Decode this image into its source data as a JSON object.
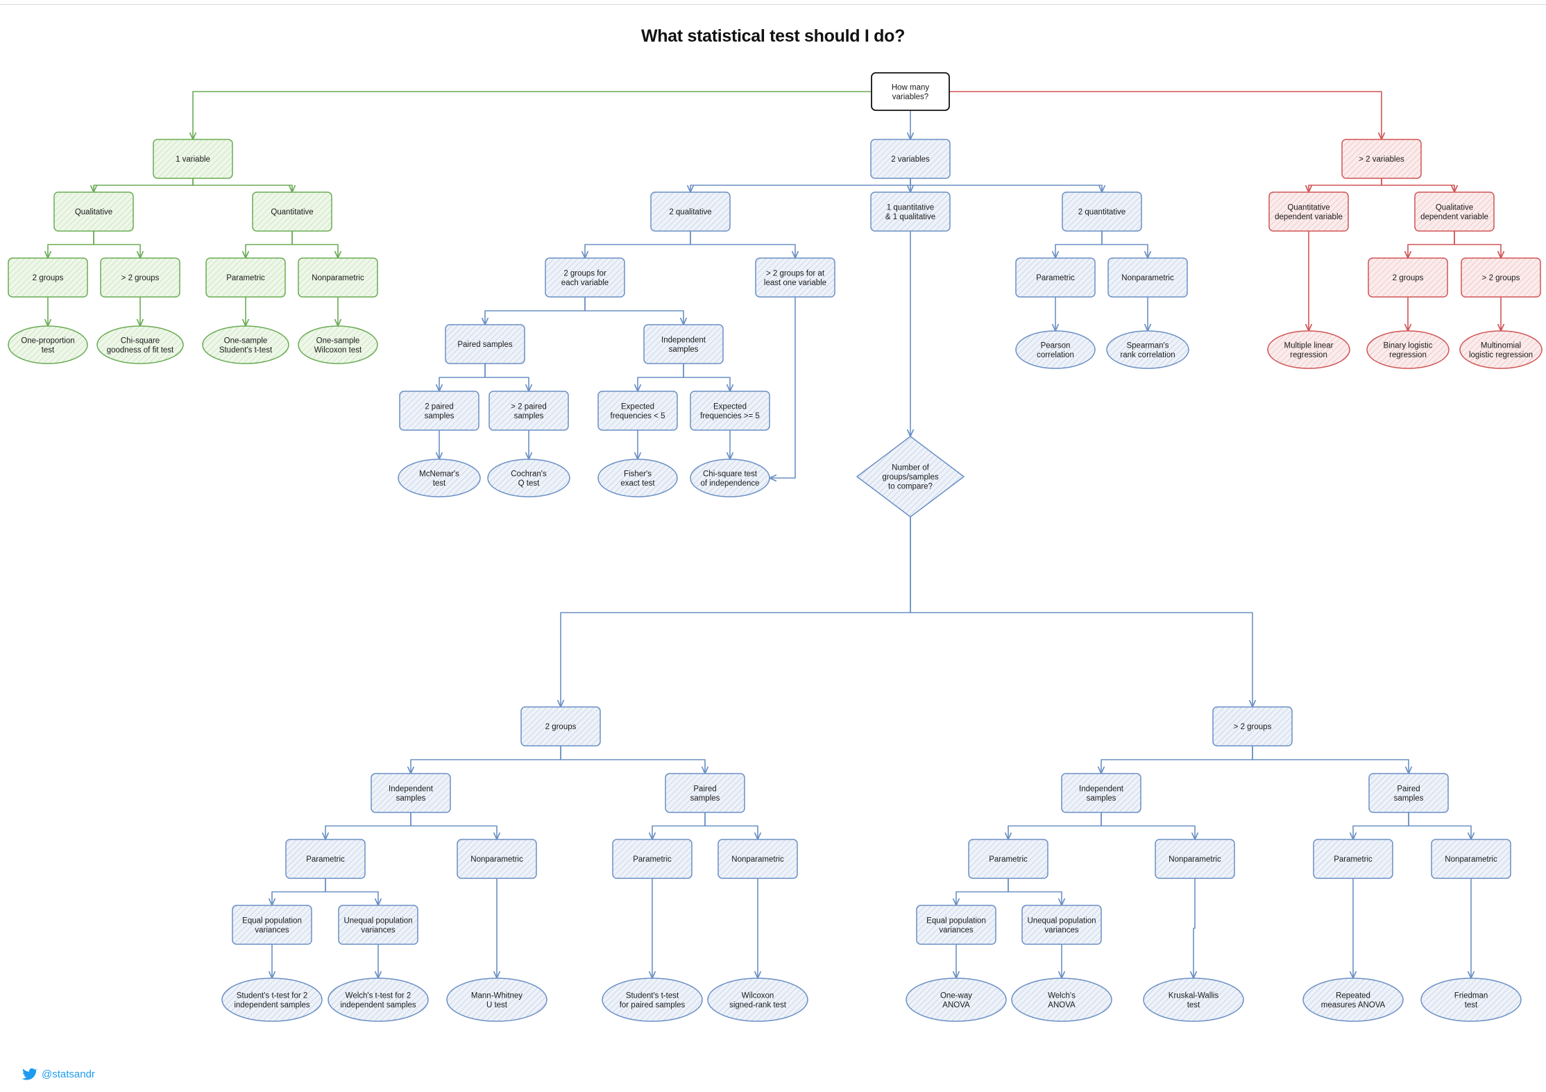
{
  "title": "What statistical test should I do?",
  "handle": "@statsandr",
  "palette": {
    "green": "#6aab54",
    "blue": "#6a8fc4",
    "red": "#d05454",
    "black": "#111111"
  },
  "nodes": [
    {
      "id": "root",
      "label": [
        "How many",
        "variables?"
      ],
      "shape": "rect",
      "color": "black"
    },
    {
      "id": "v1",
      "label": [
        "1 variable"
      ],
      "shape": "rect",
      "color": "green"
    },
    {
      "id": "v1_qual",
      "label": [
        "Qualitative"
      ],
      "shape": "rect",
      "color": "green"
    },
    {
      "id": "v1_quant",
      "label": [
        "Quantitative"
      ],
      "shape": "rect",
      "color": "green"
    },
    {
      "id": "v1_2g",
      "label": [
        "2 groups"
      ],
      "shape": "rect",
      "color": "green"
    },
    {
      "id": "v1_gt2g",
      "label": [
        "> 2 groups"
      ],
      "shape": "rect",
      "color": "green"
    },
    {
      "id": "v1_par",
      "label": [
        "Parametric"
      ],
      "shape": "rect",
      "color": "green"
    },
    {
      "id": "v1_nonpar",
      "label": [
        "Nonparametric"
      ],
      "shape": "rect",
      "color": "green"
    },
    {
      "id": "t_oneprop",
      "label": [
        "One-proportion",
        "test"
      ],
      "shape": "ellipse",
      "color": "green"
    },
    {
      "id": "t_chigof",
      "label": [
        "Chi-square",
        "goodness of fit test"
      ],
      "shape": "ellipse",
      "color": "green"
    },
    {
      "id": "t_onet",
      "label": [
        "One-sample",
        "Student's t-test"
      ],
      "shape": "ellipse",
      "color": "green"
    },
    {
      "id": "t_onewil",
      "label": [
        "One-sample",
        "Wilcoxon test"
      ],
      "shape": "ellipse",
      "color": "green"
    },
    {
      "id": "v2",
      "label": [
        "2 variables"
      ],
      "shape": "rect",
      "color": "blue"
    },
    {
      "id": "v2_qual",
      "label": [
        "2 qualitative"
      ],
      "shape": "rect",
      "color": "blue"
    },
    {
      "id": "v2_mixed",
      "label": [
        "1 quantitative",
        "& 1 qualitative"
      ],
      "shape": "rect",
      "color": "blue"
    },
    {
      "id": "v2_quant",
      "label": [
        "2 quantitative"
      ],
      "shape": "rect",
      "color": "blue"
    },
    {
      "id": "q_2g",
      "label": [
        "2 groups for",
        "each variable"
      ],
      "shape": "rect",
      "color": "blue"
    },
    {
      "id": "q_gt2g",
      "label": [
        "> 2 groups for at",
        "least one variable"
      ],
      "shape": "rect",
      "color": "blue"
    },
    {
      "id": "q_paired",
      "label": [
        "Paired samples"
      ],
      "shape": "rect",
      "color": "blue"
    },
    {
      "id": "q_indep",
      "label": [
        "Independent",
        "samples"
      ],
      "shape": "rect",
      "color": "blue"
    },
    {
      "id": "q_2paired",
      "label": [
        "2 paired",
        "samples"
      ],
      "shape": "rect",
      "color": "blue"
    },
    {
      "id": "q_gt2paired",
      "label": [
        "> 2 paired",
        "samples"
      ],
      "shape": "rect",
      "color": "blue"
    },
    {
      "id": "q_explt5",
      "label": [
        "Expected",
        "frequencies < 5"
      ],
      "shape": "rect",
      "color": "blue"
    },
    {
      "id": "q_expge5",
      "label": [
        "Expected",
        "frequencies >= 5"
      ],
      "shape": "rect",
      "color": "blue"
    },
    {
      "id": "t_mcnemar",
      "label": [
        "McNemar's",
        "test"
      ],
      "shape": "ellipse",
      "color": "blue"
    },
    {
      "id": "t_cochran",
      "label": [
        "Cochran's",
        "Q test"
      ],
      "shape": "ellipse",
      "color": "blue"
    },
    {
      "id": "t_fisher",
      "label": [
        "Fisher's",
        "exact test"
      ],
      "shape": "ellipse",
      "color": "blue"
    },
    {
      "id": "t_chiind",
      "label": [
        "Chi-square test",
        "of independence"
      ],
      "shape": "ellipse",
      "color": "blue"
    },
    {
      "id": "n_par",
      "label": [
        "Parametric"
      ],
      "shape": "rect",
      "color": "blue"
    },
    {
      "id": "n_nonpar",
      "label": [
        "Nonparametric"
      ],
      "shape": "rect",
      "color": "blue"
    },
    {
      "id": "t_pearson",
      "label": [
        "Pearson",
        "correlation"
      ],
      "shape": "ellipse",
      "color": "blue"
    },
    {
      "id": "t_spearman",
      "label": [
        "Spearman's",
        "rank correlation"
      ],
      "shape": "ellipse",
      "color": "blue"
    },
    {
      "id": "m_diamond",
      "label": [
        "Number of",
        "groups/samples",
        "to compare?"
      ],
      "shape": "diamond",
      "color": "blue"
    },
    {
      "id": "m_2g",
      "label": [
        "2 groups"
      ],
      "shape": "rect",
      "color": "blue"
    },
    {
      "id": "m_gt2g",
      "label": [
        "> 2 groups"
      ],
      "shape": "rect",
      "color": "blue"
    },
    {
      "id": "a_indep",
      "label": [
        "Independent",
        "samples"
      ],
      "shape": "rect",
      "color": "blue"
    },
    {
      "id": "a_paired",
      "label": [
        "Paired",
        "samples"
      ],
      "shape": "rect",
      "color": "blue"
    },
    {
      "id": "a_ipar",
      "label": [
        "Parametric"
      ],
      "shape": "rect",
      "color": "blue"
    },
    {
      "id": "a_inonpar",
      "label": [
        "Nonparametric"
      ],
      "shape": "rect",
      "color": "blue"
    },
    {
      "id": "a_ppar",
      "label": [
        "Parametric"
      ],
      "shape": "rect",
      "color": "blue"
    },
    {
      "id": "a_pnonpar",
      "label": [
        "Nonparametric"
      ],
      "shape": "rect",
      "color": "blue"
    },
    {
      "id": "a_eqvar",
      "label": [
        "Equal population",
        "variances"
      ],
      "shape": "rect",
      "color": "blue"
    },
    {
      "id": "a_uneqvar",
      "label": [
        "Unequal population",
        "variances"
      ],
      "shape": "rect",
      "color": "blue"
    },
    {
      "id": "t_student2",
      "label": [
        "Student's t-test for 2",
        "independent samples"
      ],
      "shape": "ellipse",
      "color": "blue"
    },
    {
      "id": "t_welch2",
      "label": [
        "Welch's t-test for 2",
        "independent samples"
      ],
      "shape": "ellipse",
      "color": "blue"
    },
    {
      "id": "t_mannwhitney",
      "label": [
        "Mann-Whitney",
        "U test"
      ],
      "shape": "ellipse",
      "color": "blue"
    },
    {
      "id": "t_pairedt",
      "label": [
        "Student's t-test",
        "for paired samples"
      ],
      "shape": "ellipse",
      "color": "blue"
    },
    {
      "id": "t_wilcoxon",
      "label": [
        "Wilcoxon",
        "signed-rank test"
      ],
      "shape": "ellipse",
      "color": "blue"
    },
    {
      "id": "b_indep",
      "label": [
        "Independent",
        "samples"
      ],
      "shape": "rect",
      "color": "blue"
    },
    {
      "id": "b_paired",
      "label": [
        "Paired",
        "samples"
      ],
      "shape": "rect",
      "color": "blue"
    },
    {
      "id": "b_ipar",
      "label": [
        "Parametric"
      ],
      "shape": "rect",
      "color": "blue"
    },
    {
      "id": "b_inonpar",
      "label": [
        "Nonparametric"
      ],
      "shape": "rect",
      "color": "blue"
    },
    {
      "id": "b_ppar",
      "label": [
        "Parametric"
      ],
      "shape": "rect",
      "color": "blue"
    },
    {
      "id": "b_pnonpar",
      "label": [
        "Nonparametric"
      ],
      "shape": "rect",
      "color": "blue"
    },
    {
      "id": "b_eqvar",
      "label": [
        "Equal population",
        "variances"
      ],
      "shape": "rect",
      "color": "blue"
    },
    {
      "id": "b_uneqvar",
      "label": [
        "Unequal population",
        "variances"
      ],
      "shape": "rect",
      "color": "blue"
    },
    {
      "id": "t_anova",
      "label": [
        "One-way",
        "ANOVA"
      ],
      "shape": "ellipse",
      "color": "blue"
    },
    {
      "id": "t_welchanova",
      "label": [
        "Welch's",
        "ANOVA"
      ],
      "shape": "ellipse",
      "color": "blue"
    },
    {
      "id": "t_kruskal",
      "label": [
        "Kruskal-Wallis",
        "test"
      ],
      "shape": "ellipse",
      "color": "blue"
    },
    {
      "id": "t_rmanova",
      "label": [
        "Repeated",
        "measures ANOVA"
      ],
      "shape": "ellipse",
      "color": "blue"
    },
    {
      "id": "t_friedman",
      "label": [
        "Friedman",
        "test"
      ],
      "shape": "ellipse",
      "color": "blue"
    },
    {
      "id": "v3",
      "label": [
        "> 2 variables"
      ],
      "shape": "rect",
      "color": "red"
    },
    {
      "id": "v3_quant",
      "label": [
        "Quantitative",
        "dependent variable"
      ],
      "shape": "rect",
      "color": "red"
    },
    {
      "id": "v3_qual",
      "label": [
        "Qualitative",
        "dependent variable"
      ],
      "shape": "rect",
      "color": "red"
    },
    {
      "id": "v3_2g",
      "label": [
        "2 groups"
      ],
      "shape": "rect",
      "color": "red"
    },
    {
      "id": "v3_gt2g",
      "label": [
        "> 2 groups"
      ],
      "shape": "rect",
      "color": "red"
    },
    {
      "id": "t_mlr",
      "label": [
        "Multiple linear",
        "regression"
      ],
      "shape": "ellipse",
      "color": "red"
    },
    {
      "id": "t_binlog",
      "label": [
        "Binary logistic",
        "regression"
      ],
      "shape": "ellipse",
      "color": "red"
    },
    {
      "id": "t_multilog",
      "label": [
        "Multinomial",
        "logistic regression"
      ],
      "shape": "ellipse",
      "color": "red"
    }
  ],
  "edges": [
    {
      "from": "root",
      "to": "v1",
      "color": "green"
    },
    {
      "from": "root",
      "to": "v2",
      "color": "blue"
    },
    {
      "from": "root",
      "to": "v3",
      "color": "red"
    },
    {
      "from": "v1",
      "to": "v1_qual",
      "color": "green"
    },
    {
      "from": "v1",
      "to": "v1_quant",
      "color": "green"
    },
    {
      "from": "v1_qual",
      "to": "v1_2g",
      "color": "green"
    },
    {
      "from": "v1_qual",
      "to": "v1_gt2g",
      "color": "green"
    },
    {
      "from": "v1_quant",
      "to": "v1_par",
      "color": "green"
    },
    {
      "from": "v1_quant",
      "to": "v1_nonpar",
      "color": "green"
    },
    {
      "from": "v1_2g",
      "to": "t_oneprop",
      "color": "green"
    },
    {
      "from": "v1_gt2g",
      "to": "t_chigof",
      "color": "green"
    },
    {
      "from": "v1_par",
      "to": "t_onet",
      "color": "green"
    },
    {
      "from": "v1_nonpar",
      "to": "t_onewil",
      "color": "green"
    },
    {
      "from": "v2",
      "to": "v2_qual",
      "color": "blue"
    },
    {
      "from": "v2",
      "to": "v2_mixed",
      "color": "blue"
    },
    {
      "from": "v2",
      "to": "v2_quant",
      "color": "blue"
    },
    {
      "from": "v2_qual",
      "to": "q_2g",
      "color": "blue"
    },
    {
      "from": "v2_qual",
      "to": "q_gt2g",
      "color": "blue"
    },
    {
      "from": "q_2g",
      "to": "q_paired",
      "color": "blue"
    },
    {
      "from": "q_2g",
      "to": "q_indep",
      "color": "blue"
    },
    {
      "from": "q_paired",
      "to": "q_2paired",
      "color": "blue"
    },
    {
      "from": "q_paired",
      "to": "q_gt2paired",
      "color": "blue"
    },
    {
      "from": "q_indep",
      "to": "q_explt5",
      "color": "blue"
    },
    {
      "from": "q_indep",
      "to": "q_expge5",
      "color": "blue"
    },
    {
      "from": "q_2paired",
      "to": "t_mcnemar",
      "color": "blue"
    },
    {
      "from": "q_gt2paired",
      "to": "t_cochran",
      "color": "blue"
    },
    {
      "from": "q_explt5",
      "to": "t_fisher",
      "color": "blue"
    },
    {
      "from": "q_expge5",
      "to": "t_chiind",
      "color": "blue"
    },
    {
      "from": "q_gt2g",
      "to": "t_chiind",
      "color": "blue",
      "route": "side"
    },
    {
      "from": "v2_quant",
      "to": "n_par",
      "color": "blue"
    },
    {
      "from": "v2_quant",
      "to": "n_nonpar",
      "color": "blue"
    },
    {
      "from": "n_par",
      "to": "t_pearson",
      "color": "blue"
    },
    {
      "from": "n_nonpar",
      "to": "t_spearman",
      "color": "blue"
    },
    {
      "from": "v2_mixed",
      "to": "m_diamond",
      "color": "blue"
    },
    {
      "from": "m_diamond",
      "to": "m_2g",
      "color": "blue"
    },
    {
      "from": "m_diamond",
      "to": "m_gt2g",
      "color": "blue"
    },
    {
      "from": "m_2g",
      "to": "a_indep",
      "color": "blue"
    },
    {
      "from": "m_2g",
      "to": "a_paired",
      "color": "blue"
    },
    {
      "from": "a_indep",
      "to": "a_ipar",
      "color": "blue"
    },
    {
      "from": "a_indep",
      "to": "a_inonpar",
      "color": "blue"
    },
    {
      "from": "a_paired",
      "to": "a_ppar",
      "color": "blue"
    },
    {
      "from": "a_paired",
      "to": "a_pnonpar",
      "color": "blue"
    },
    {
      "from": "a_ipar",
      "to": "a_eqvar",
      "color": "blue"
    },
    {
      "from": "a_ipar",
      "to": "a_uneqvar",
      "color": "blue"
    },
    {
      "from": "a_eqvar",
      "to": "t_student2",
      "color": "blue"
    },
    {
      "from": "a_uneqvar",
      "to": "t_welch2",
      "color": "blue"
    },
    {
      "from": "a_inonpar",
      "to": "t_mannwhitney",
      "color": "blue"
    },
    {
      "from": "a_ppar",
      "to": "t_pairedt",
      "color": "blue"
    },
    {
      "from": "a_pnonpar",
      "to": "t_wilcoxon",
      "color": "blue"
    },
    {
      "from": "m_gt2g",
      "to": "b_indep",
      "color": "blue"
    },
    {
      "from": "m_gt2g",
      "to": "b_paired",
      "color": "blue"
    },
    {
      "from": "b_indep",
      "to": "b_ipar",
      "color": "blue"
    },
    {
      "from": "b_indep",
      "to": "b_inonpar",
      "color": "blue"
    },
    {
      "from": "b_paired",
      "to": "b_ppar",
      "color": "blue"
    },
    {
      "from": "b_paired",
      "to": "b_pnonpar",
      "color": "blue"
    },
    {
      "from": "b_ipar",
      "to": "b_eqvar",
      "color": "blue"
    },
    {
      "from": "b_ipar",
      "to": "b_uneqvar",
      "color": "blue"
    },
    {
      "from": "b_eqvar",
      "to": "t_anova",
      "color": "blue"
    },
    {
      "from": "b_uneqvar",
      "to": "t_welchanova",
      "color": "blue"
    },
    {
      "from": "b_inonpar",
      "to": "t_kruskal",
      "color": "blue"
    },
    {
      "from": "b_ppar",
      "to": "t_rmanova",
      "color": "blue"
    },
    {
      "from": "b_pnonpar",
      "to": "t_friedman",
      "color": "blue"
    },
    {
      "from": "v3",
      "to": "v3_quant",
      "color": "red"
    },
    {
      "from": "v3",
      "to": "v3_qual",
      "color": "red"
    },
    {
      "from": "v3_quant",
      "to": "t_mlr",
      "color": "red"
    },
    {
      "from": "v3_qual",
      "to": "v3_2g",
      "color": "red"
    },
    {
      "from": "v3_qual",
      "to": "v3_gt2g",
      "color": "red"
    },
    {
      "from": "v3_2g",
      "to": "t_binlog",
      "color": "red"
    },
    {
      "from": "v3_gt2g",
      "to": "t_multilog",
      "color": "red"
    }
  ]
}
